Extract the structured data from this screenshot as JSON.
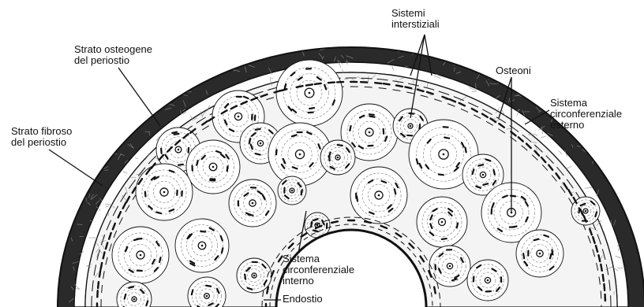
{
  "figure": {
    "colors": {
      "ink": "#111111",
      "paper": "#ffffff",
      "matrix": "#8a8a8a",
      "periosteum": "#1a1a1a"
    }
  },
  "labels": {
    "sistemi_interstiziali": "Sistemi\ninterstiziali",
    "strato_osteogene": "Strato osteogene\ndel periostio",
    "osteoni": "Osteoni",
    "sistema_circonferenziale_esterno": "Sistema\ncirconferenziale\nesterno",
    "strato_fibroso": "Strato fibroso\ndel periostio",
    "sistema_circonferenziale_interno": "Sistema\ncirconferenziale\ninterno",
    "endostio": "Endostio"
  }
}
